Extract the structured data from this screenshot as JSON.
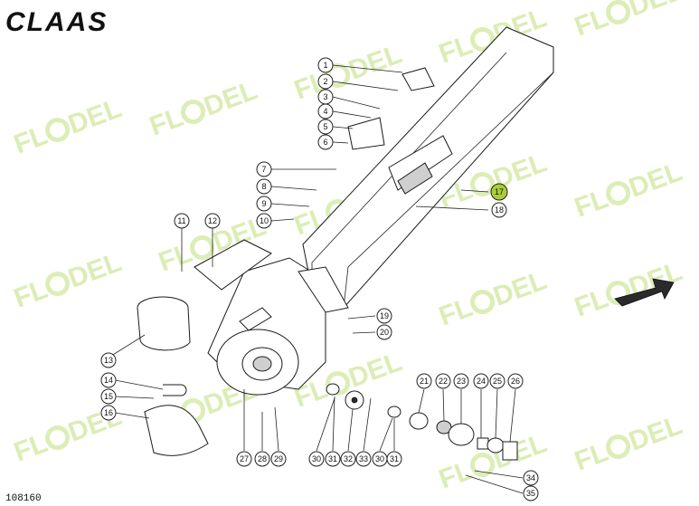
{
  "brand": {
    "logo": "CLAAS"
  },
  "watermark": {
    "text": "FL",
    "text2": "DEL"
  },
  "drawing_number": "108160",
  "callouts": [
    "1",
    "2",
    "3",
    "4",
    "5",
    "6",
    "7",
    "8",
    "9",
    "10",
    "11",
    "12",
    "13",
    "14",
    "15",
    "16",
    "17",
    "18",
    "19",
    "20",
    "21",
    "22",
    "23",
    "24",
    "25",
    "26",
    "27",
    "28",
    "29",
    "30",
    "31",
    "32",
    "33",
    "30",
    "31",
    "34",
    "35"
  ],
  "highlight_color": "#a8cf3a"
}
